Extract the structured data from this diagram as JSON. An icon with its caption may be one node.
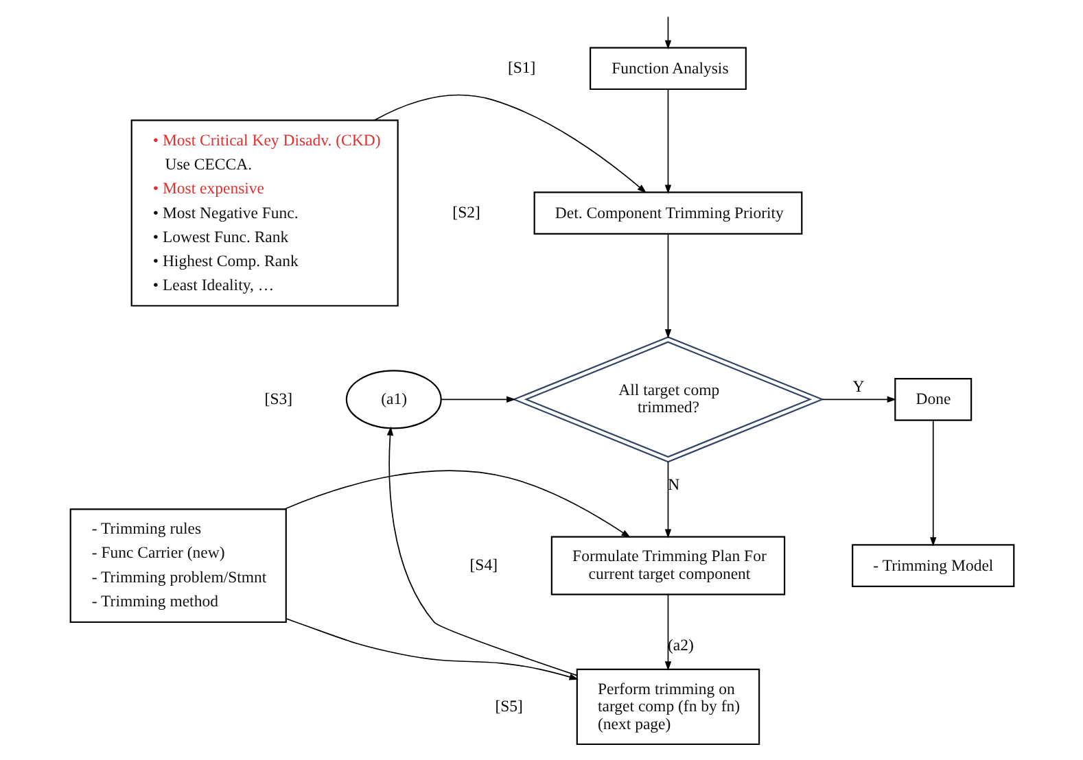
{
  "diagram": {
    "nodes": [
      {
        "text": [
          "Function Analysis"
        ]
      },
      {
        "text": [
          "Det. Component Trimming Priority"
        ]
      },
      {
        "text": [
          "• Most Critical Key Disadv. (CKD)",
          "Use CECCA.",
          "• Most expensive",
          "• Most Negative Func.",
          "• Lowest Func. Rank",
          "• Highest Comp. Rank",
          "• Least Ideality, …"
        ]
      },
      {
        "text": [
          "All target comp trimmed?"
        ]
      },
      {
        "text": [
          "(a1)"
        ]
      },
      {
        "text": [
          "Done"
        ]
      },
      {
        "text": [
          "- Trimming Model"
        ]
      },
      {
        "text": [
          "Formulate Trimming Plan For current target component"
        ]
      },
      {
        "text": [
          "- Trimming rules",
          "- Func Carrier (new)",
          "- Trimming problem/Stmnt",
          "- Trimming method"
        ]
      },
      {
        "text": [
          "Perform trimming on target comp (fn by fn) (next page)"
        ]
      }
    ],
    "labels": [
      "[S1]",
      "[S2]",
      "[S3]",
      "[S4]",
      "[S5]"
    ],
    "edges": [
      {
        "from": null,
        "to": 0,
        "arrow": "to"
      },
      {
        "from": 0,
        "to": 1,
        "arrow": "to"
      },
      {
        "from": 2,
        "to": 1,
        "arrow": "to"
      },
      {
        "from": 1,
        "to": 3,
        "arrow": "to"
      },
      {
        "from": 4,
        "to": 3,
        "arrow": "to"
      },
      {
        "from": 3,
        "to": 5,
        "label": "Y",
        "arrow": "to"
      },
      {
        "from": 5,
        "to": 6,
        "arrow": "to"
      },
      {
        "from": 3,
        "to": 7,
        "label": "N",
        "arrow": "to"
      },
      {
        "from": 8,
        "to": 7,
        "arrow": "to"
      },
      {
        "from": 7,
        "to": 9,
        "label": "(a2)",
        "arrow": "to"
      },
      {
        "from": 8,
        "to": 9,
        "arrow": "to"
      },
      {
        "from": 9,
        "to": 4,
        "arrow": "to"
      }
    ]
  }
}
